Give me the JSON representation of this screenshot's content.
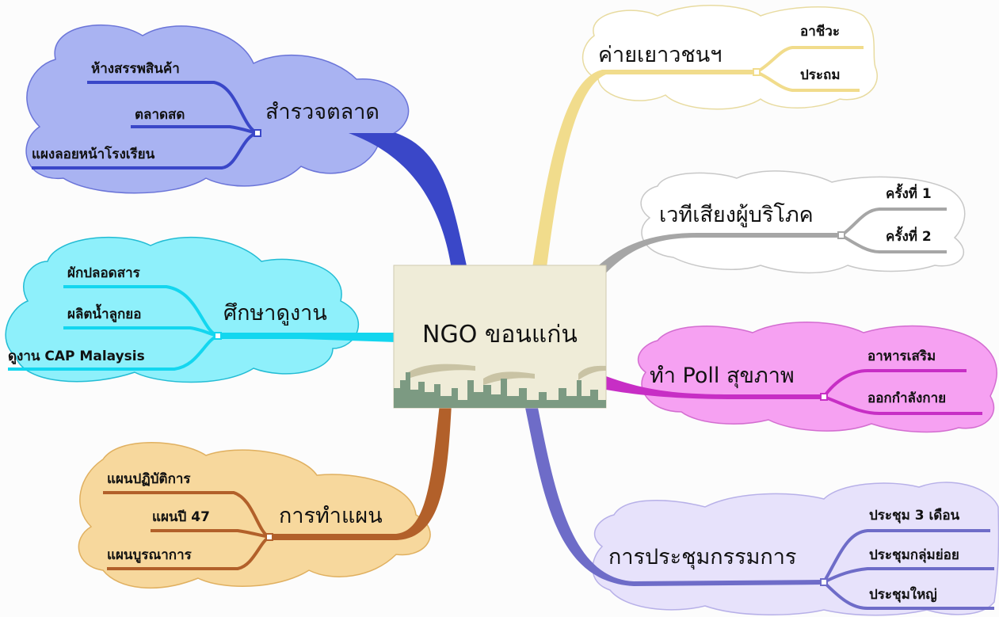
{
  "center": {
    "title": "NGO ขอนแก่น"
  },
  "colors": {
    "market": "#3a47c8",
    "market_cloud": "#a9b3f2",
    "study": "#13d6ef",
    "study_cloud": "#8ef0fb",
    "plan": "#b2602a",
    "plan_cloud": "#f7d89d",
    "camp": "#f1dc8c",
    "camp_cloud": "#ffffff",
    "forum": "#a6a6a6",
    "forum_cloud": "#ffffff",
    "poll": "#c72ec5",
    "poll_cloud": "#f6a1f2",
    "meeting": "#6e6cc8",
    "meeting_cloud": "#e7e2fb",
    "center_bg": "#efecd8"
  },
  "branches": {
    "market": {
      "label": "สำรวจตลาด",
      "children": [
        "ห้างสรรพสินค้า",
        "ตลาดสด",
        "แผงลอยหน้าโรงเรียน"
      ]
    },
    "study": {
      "label": "ศึกษาดูงาน",
      "children": [
        "ผักปลอดสาร",
        "ผลิตน้ำลูกยอ",
        "ดูงาน CAP Malaysis"
      ]
    },
    "plan": {
      "label": "การทำแผน",
      "children": [
        "แผนปฏิบัติการ",
        "แผนปี 47",
        "แผนบูรณาการ"
      ]
    },
    "camp": {
      "label": "ค่ายเยาวชนฯ",
      "children": [
        "อาชีวะ",
        "ประถม"
      ]
    },
    "forum": {
      "label": "เวทีเสียงผู้บริโภค",
      "children": [
        "ครั้งที่ 1",
        "ครั้งที่ 2"
      ]
    },
    "poll": {
      "label": "ทำ Poll สุขภาพ",
      "children": [
        "อาหารเสริม",
        "ออกกำลังกาย"
      ]
    },
    "meeting": {
      "label": "การประชุมกรรมการ",
      "children": [
        "ประชุม 3 เดือน",
        "ประชุมกลุ่มย่อย",
        "ประชุมใหญ่"
      ]
    }
  }
}
